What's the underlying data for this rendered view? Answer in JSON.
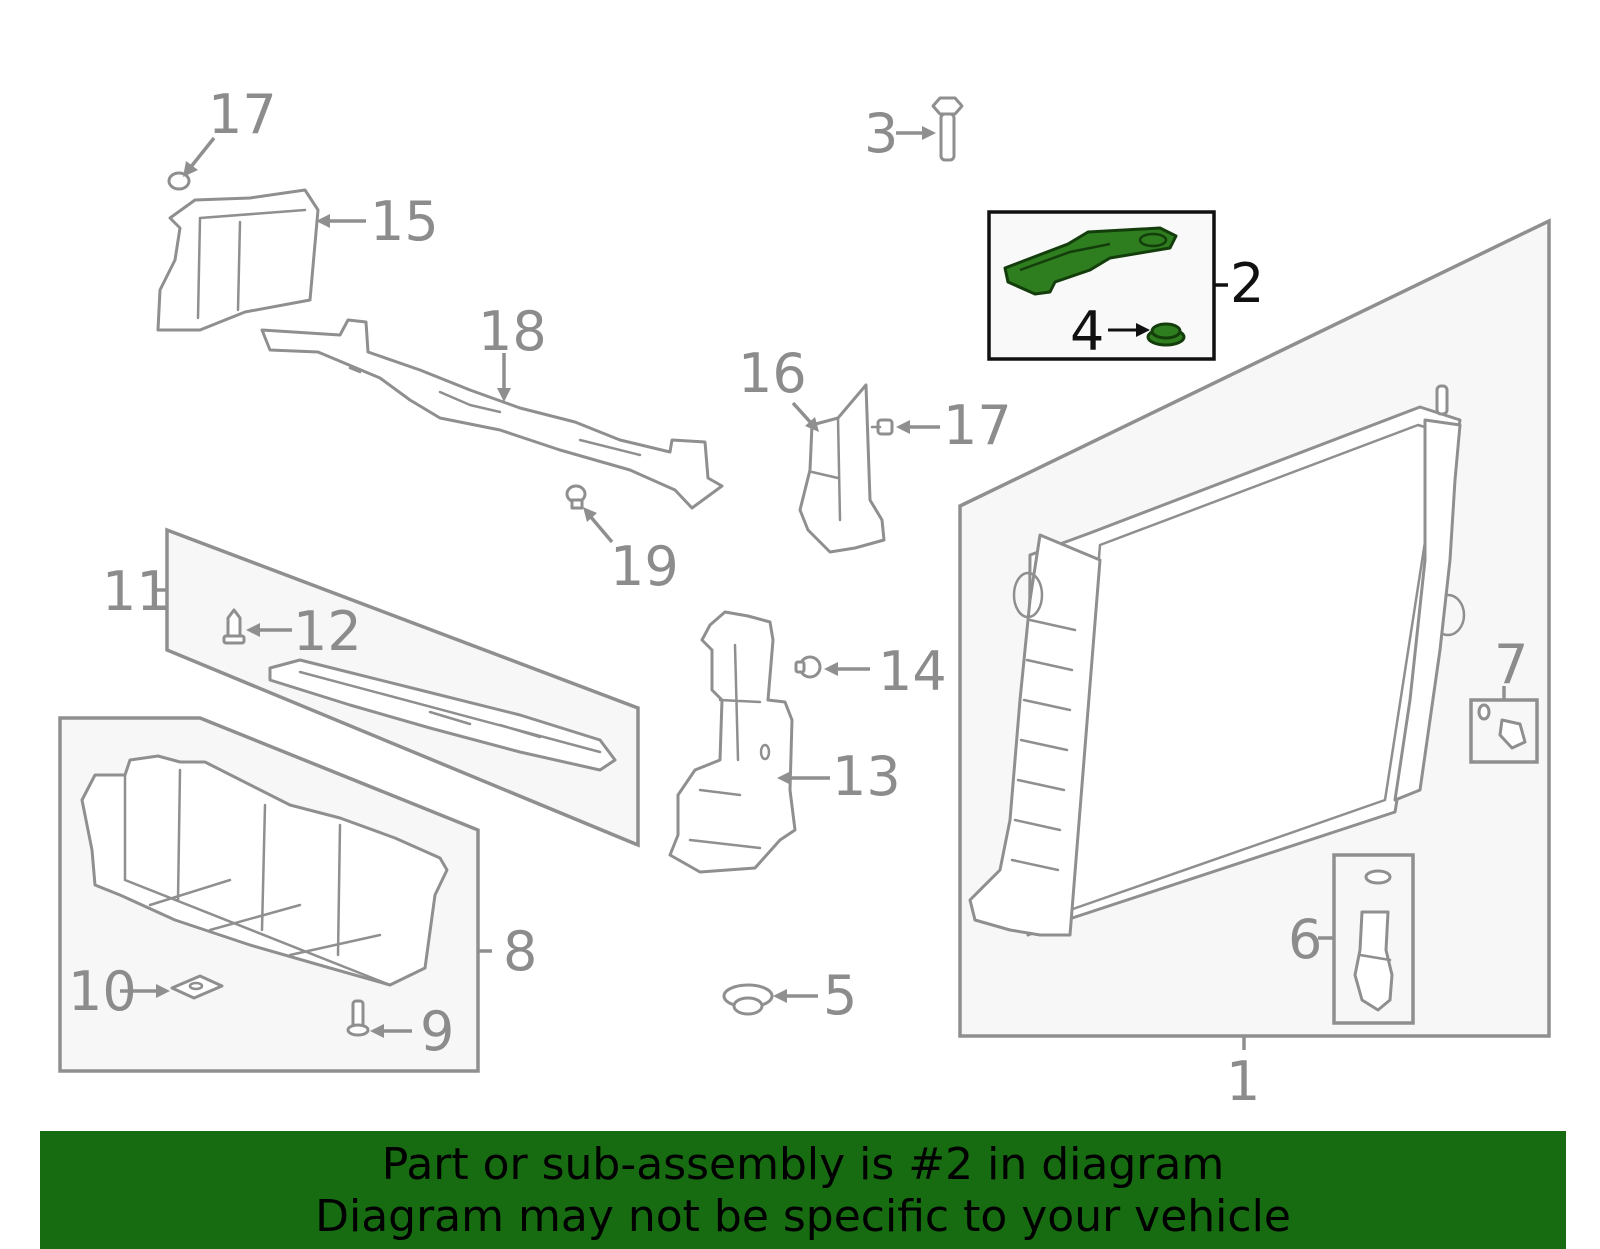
{
  "labels": {
    "l1": "1",
    "l2": "2",
    "l3": "3",
    "l4": "4",
    "l5": "5",
    "l6": "6",
    "l7": "7",
    "l8": "8",
    "l9": "9",
    "l10": "10",
    "l11": "11",
    "l12": "12",
    "l13": "13",
    "l14": "14",
    "l15": "15",
    "l16": "16",
    "l17a": "17",
    "l17b": "17",
    "l18": "18",
    "l19": "19"
  },
  "highlight": {
    "part_number": "2",
    "color": "#2e7d1f"
  },
  "banner": {
    "line1": "Part or sub-assembly is #2 in diagram",
    "line2": "Diagram may not be specific to your vehicle",
    "color": "#176b11"
  },
  "colors": {
    "line": "#8f8f8f",
    "label": "#8c8c8c",
    "highlight_box": "#111111"
  }
}
